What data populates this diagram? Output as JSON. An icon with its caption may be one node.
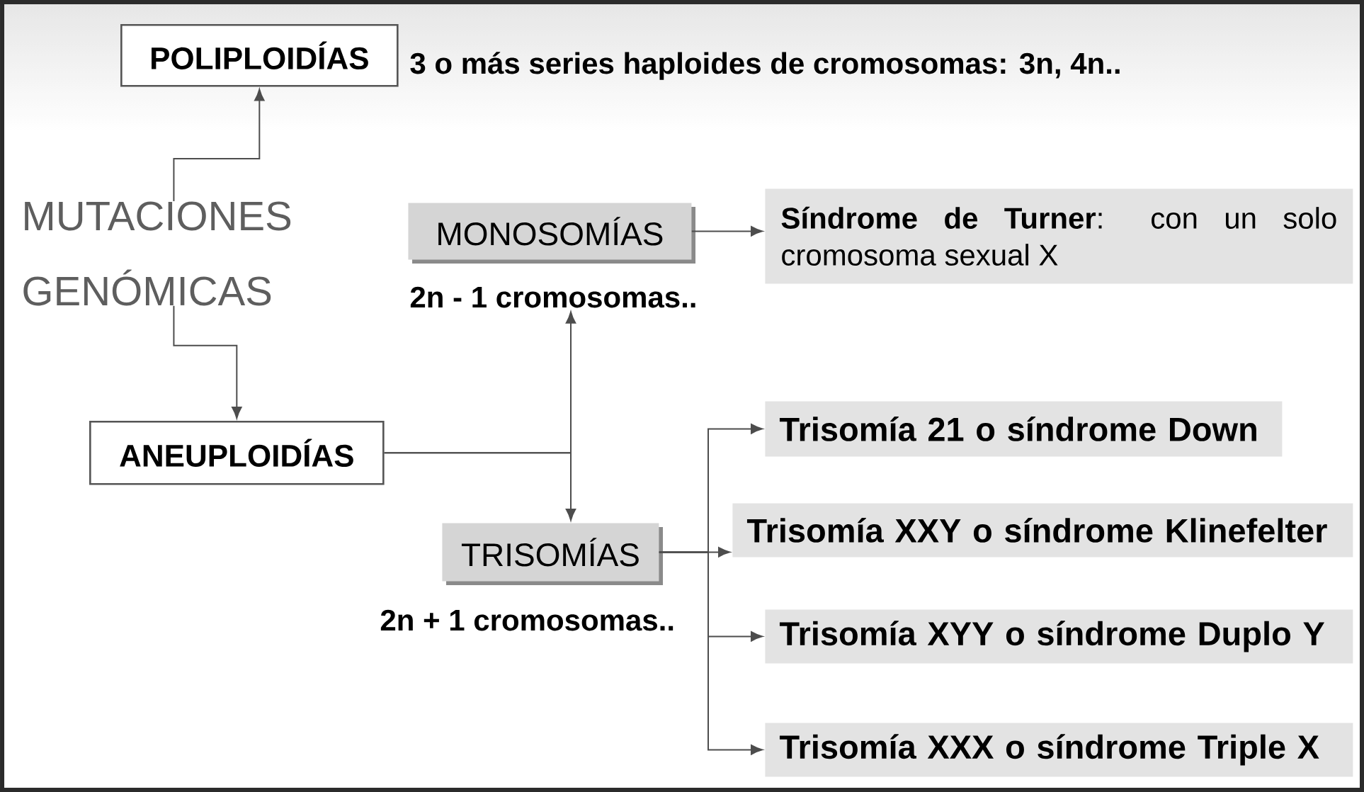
{
  "diagram": {
    "nodes": [
      {
        "text": [
          "POLIPLOIDÍAS"
        ],
        "beside": [
          "3 o más series haploides de cromosomas: 3n, 4n.."
        ]
      },
      {
        "text": [
          "MUTACIONES GENÓMICAS"
        ]
      },
      {
        "text": [
          "MONOSOMÍAS"
        ],
        "beside": [
          "2n - 1 cromosomas.."
        ]
      },
      {
        "text": [
          "**Síndrome de Turner**: con un solo cromosoma sexual X"
        ]
      },
      {
        "text": [
          "ANEUPLOIDÍAS"
        ]
      },
      {
        "text": [
          "TRISOMÍAS"
        ],
        "beside": [
          "2n + 1 cromosomas.."
        ]
      },
      {
        "text": [
          "Trisomía 21 o síndrome Down"
        ]
      },
      {
        "text": [
          "Trisomía XXY o síndrome Klinefelter"
        ]
      },
      {
        "text": [
          "Trisomía XYY o síndrome Duplo Y"
        ]
      },
      {
        "text": [
          "Trisomía XXX o síndrome Triple X"
        ]
      }
    ],
    "edges": [
      {
        "from": 1,
        "to": 0,
        "arrow": "to"
      },
      {
        "from": 1,
        "to": 4,
        "arrow": "to"
      },
      {
        "from": 2,
        "to": 3,
        "arrow": "to"
      },
      {
        "from": 4,
        "to": 2,
        "arrow": "to"
      },
      {
        "from": 4,
        "to": 5,
        "arrow": "to"
      },
      {
        "from": 5,
        "to": 6,
        "arrow": "to"
      },
      {
        "from": 5,
        "to": 7,
        "arrow": "to"
      },
      {
        "from": 5,
        "to": 8,
        "arrow": "to"
      },
      {
        "from": 5,
        "to": 9,
        "arrow": "to"
      }
    ]
  }
}
